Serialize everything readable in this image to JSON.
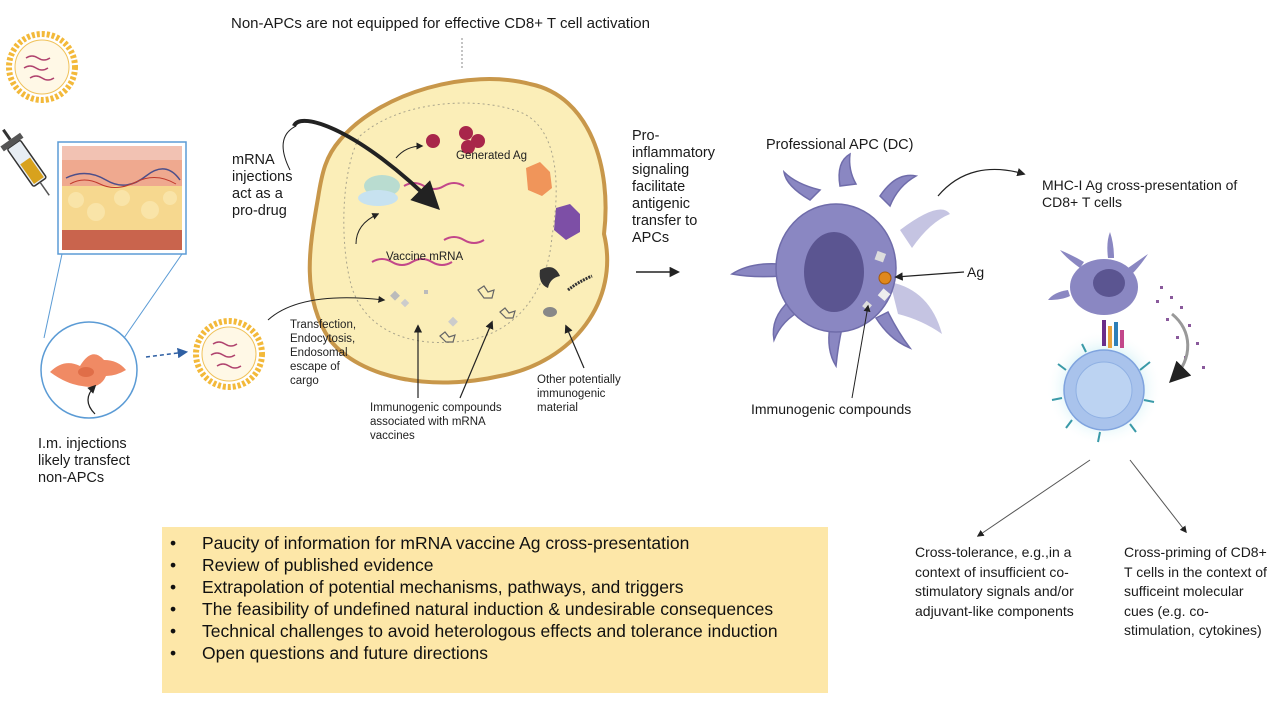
{
  "header": "Non-APCs are not equipped for effective CD8+ T cell activation",
  "left": {
    "im_injection_label": "I.m. injections likely transfect non-APCs",
    "mrna_prodrug_label": "mRNA injections act as a pro-drug"
  },
  "cell": {
    "generated_ag": "Generated Ag",
    "vaccine_mrna": "Vaccine mRNA",
    "transfection": "Transfection, Endocytosis, Endosomal escape of cargo",
    "immunogenic_compounds": "Immunogenic compounds associated with mRNA vaccines",
    "other_material": "Other potentially immunogenic material"
  },
  "middle": {
    "proinflammatory": "Pro-inflammatory signaling facilitate antigenic transfer to APCs"
  },
  "apc": {
    "title": "Professional APC (DC)",
    "ag_label": "Ag",
    "immunogenic_label": "Immunogenic compounds"
  },
  "right": {
    "mhc_label": "MHC-I  Ag cross-presentation of CD8+ T cells",
    "cross_tolerance": "Cross-tolerance, e.g.,in a context of insufficient co-stimulatory signals and/or adjuvant-like components",
    "cross_priming": "Cross-priming of CD8+ T cells in the context of sufficeint molecular cues (e.g. co-stimulation, cytokines)"
  },
  "summary": {
    "items": [
      "Paucity of information for mRNA vaccine Ag cross-presentation",
      "Review of published evidence",
      "Extrapolation of potential mechanisms, pathways, and triggers",
      "The feasibility of undefined natural induction & undesirable consequences",
      "Technical challenges to avoid heterologous effects and tolerance induction",
      "Open questions and future directions"
    ]
  },
  "colors": {
    "summary_bg": "#fde7a8",
    "cell_fill": "#fbeeb8",
    "cell_border": "#c8974a",
    "apc_fill": "#8a87c2",
    "lnp_fill": "#f3b93a"
  }
}
